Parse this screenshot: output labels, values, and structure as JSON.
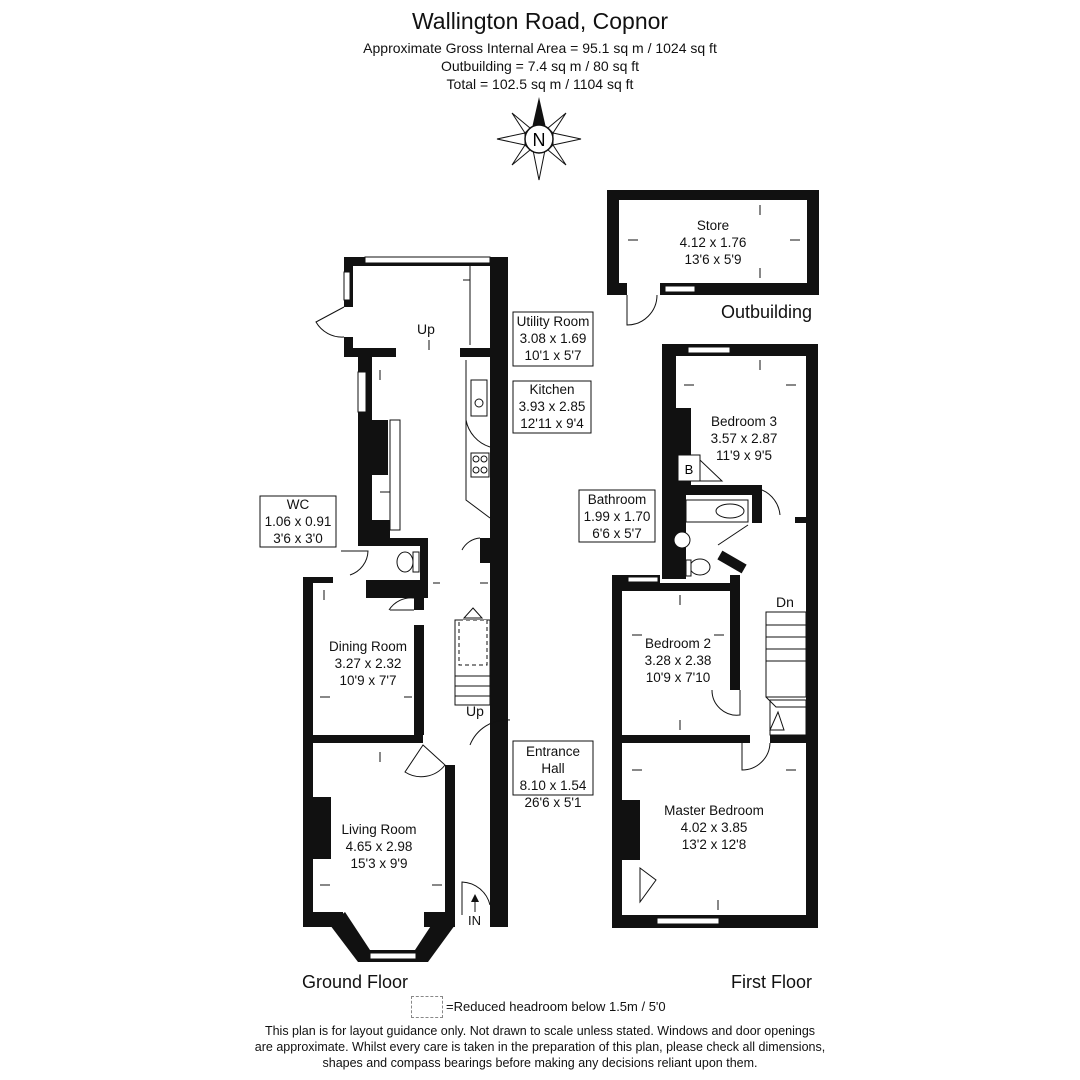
{
  "header": {
    "title": "Wallington Road, Copnor",
    "gross_area": "Approximate Gross Internal Area = 95.1 sq m / 1024 sq ft",
    "outbuilding_area": "Outbuilding = 7.4 sq m / 80 sq ft",
    "total_area": "Total = 102.5 sq m / 1104 sq ft"
  },
  "compass": {
    "letter": "N",
    "icon": "compass-north-icon"
  },
  "rooms": {
    "utility": {
      "name": "Utility Room",
      "metric": "3.08 x 1.69",
      "imperial": "10'1 x 5'7"
    },
    "kitchen": {
      "name": "Kitchen",
      "metric": "3.93 x 2.85",
      "imperial": "12'11 x 9'4"
    },
    "wc": {
      "name": "WC",
      "metric": "1.06 x 0.91",
      "imperial": "3'6 x 3'0"
    },
    "dining": {
      "name": "Dining Room",
      "metric": "3.27 x 2.32",
      "imperial": "10'9 x 7'7"
    },
    "living": {
      "name": "Living Room",
      "metric": "4.65 x 2.98",
      "imperial": "15'3 x 9'9"
    },
    "hall": {
      "name": "Entrance Hall",
      "metric": "8.10 x 1.54",
      "imperial": "26'6 x 5'1"
    },
    "store": {
      "name": "Store",
      "metric": "4.12 x 1.76",
      "imperial": "13'6 x 5'9"
    },
    "bedroom3": {
      "name": "Bedroom 3",
      "metric": "3.57 x 2.87",
      "imperial": "11'9 x 9'5"
    },
    "bathroom": {
      "name": "Bathroom",
      "metric": "1.99 x 1.70",
      "imperial": "6'6 x 5'7"
    },
    "bedroom2": {
      "name": "Bedroom 2",
      "metric": "3.28 x 2.38",
      "imperial": "10'9 x 7'10"
    },
    "master": {
      "name": "Master Bedroom",
      "metric": "4.02 x 3.85",
      "imperial": "13'2 x 12'8"
    }
  },
  "markers": {
    "up_utility": "Up",
    "up_stairs": "Up",
    "down_stairs": "Dn",
    "entrance": "IN",
    "boiler": "B"
  },
  "floors": {
    "ground": "Ground Floor",
    "first": "First Floor",
    "outbuilding": "Outbuilding"
  },
  "legend": {
    "text": "=Reduced headroom below 1.5m / 5'0"
  },
  "disclaimer": {
    "line1": "This plan is for layout guidance only. Not drawn to scale unless stated. Windows and door openings",
    "line2": "are approximate. Whilst every care is taken in the preparation of this plan, please check all dimensions,",
    "line3": "shapes and compass bearings before making any decisions reliant upon them."
  }
}
